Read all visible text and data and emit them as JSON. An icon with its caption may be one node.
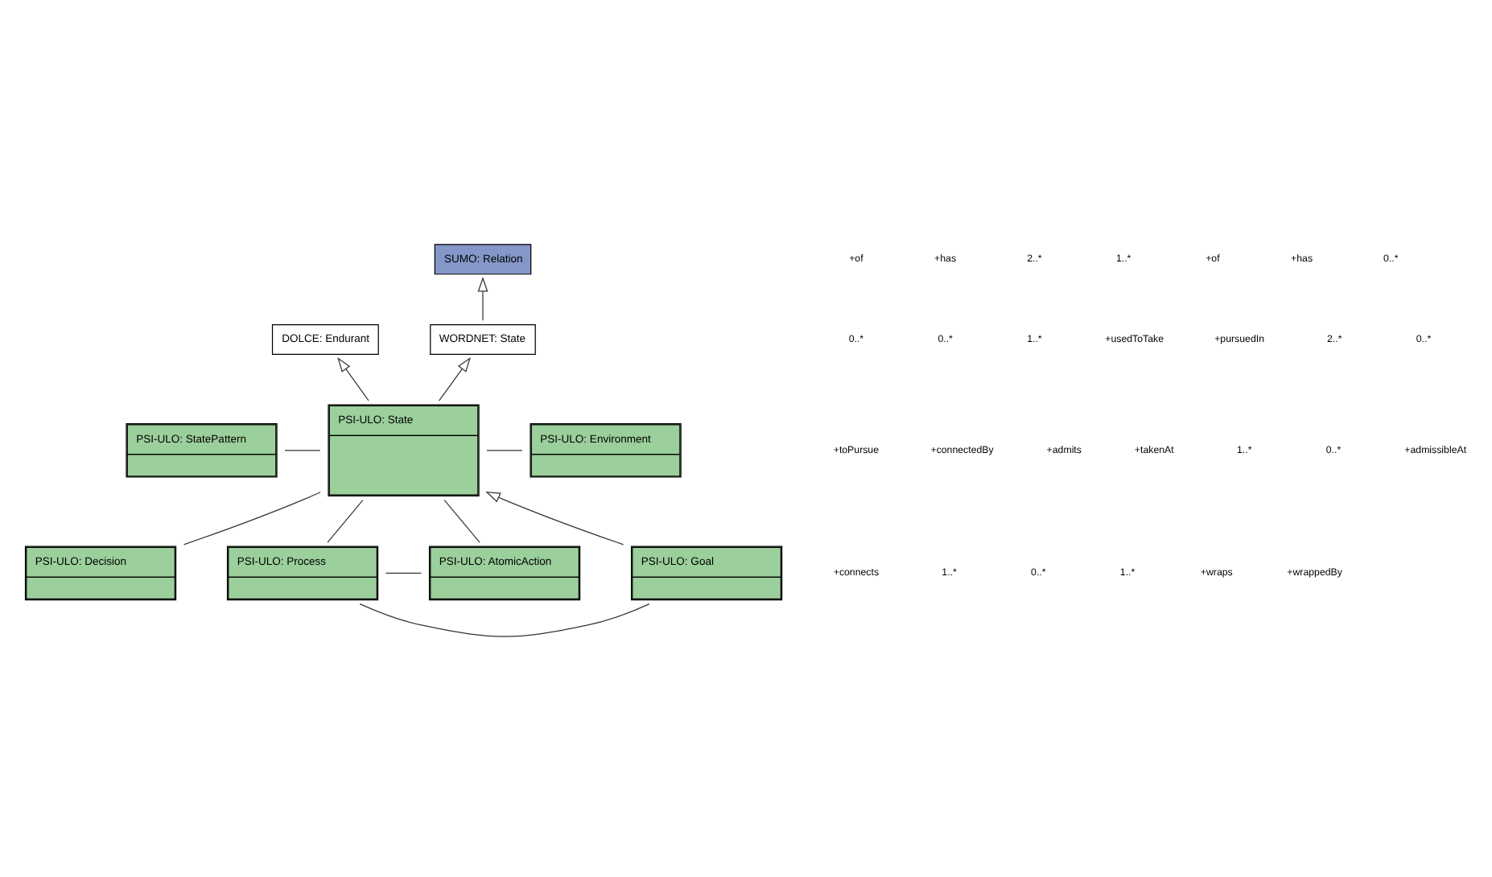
{
  "diagram": {
    "nodes": [
      {
        "text": [
          "DOLCE: Endurant"
        ]
      },
      {
        "text": [
          "SUMO: Relation"
        ]
      },
      {
        "text": [
          "WORDNET: State"
        ]
      },
      {
        "text": [
          "PSI-ULO: StatePattern"
        ]
      },
      {
        "text": [
          "PSI-ULO: State"
        ]
      },
      {
        "text": [
          "PSI-ULO: Environment"
        ]
      },
      {
        "text": [
          "PSI-ULO: Goal"
        ]
      },
      {
        "text": [
          "PSI-ULO: Decision"
        ]
      },
      {
        "text": [
          "PSI-ULO: Process"
        ]
      },
      {
        "text": [
          "PSI-ULO: AtomicAction"
        ]
      }
    ],
    "edges": [
      {
        "from": 4,
        "to": 0,
        "arrow": "to"
      },
      {
        "from": 2,
        "to": 1,
        "arrow": "to"
      },
      {
        "from": 4,
        "to": 2,
        "arrow": "to"
      },
      {
        "from": 3,
        "to": 4,
        "arrow": "none"
      },
      {
        "from": 6,
        "to": 4,
        "arrow": "to"
      },
      {
        "from": 4,
        "to": 5,
        "arrow": "none"
      },
      {
        "from": 4,
        "to": 7,
        "arrow": "none"
      },
      {
        "from": 6,
        "to": 8,
        "arrow": "none"
      },
      {
        "from": 8,
        "to": 4,
        "arrow": "none"
      },
      {
        "from": 4,
        "to": 9,
        "arrow": "none"
      },
      {
        "from": 8,
        "to": 9,
        "arrow": "none"
      }
    ],
    "labels": [
      "+of",
      "+has",
      "2..*",
      "1..*",
      "+of",
      "+has",
      "0..*",
      "0..*",
      "0..*",
      "1..*",
      "+usedToTake",
      "+pursuedIn",
      "2..*",
      "0..*",
      "+toPursue",
      "+connectedBy",
      "+admits",
      "+takenAt",
      "1..*",
      "0..*",
      "+admissibleAt",
      "+connects",
      "1..*",
      "0..*",
      "1..*",
      "+wraps",
      "+wrappedBy"
    ]
  }
}
